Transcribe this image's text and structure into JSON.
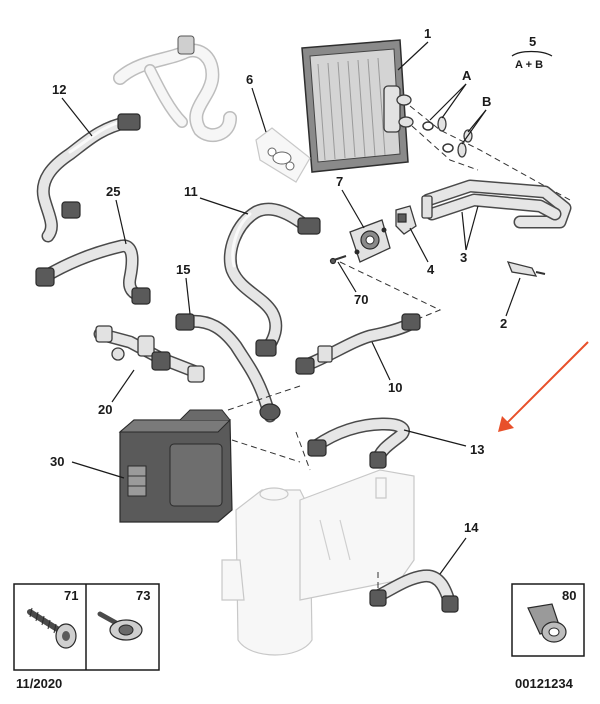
{
  "callouts": {
    "c1": "1",
    "c2": "2",
    "c3": "3",
    "c4": "4",
    "c5": "5",
    "c5_sub": "A + B",
    "cA": "A",
    "cB": "B",
    "c6": "6",
    "c7": "7",
    "c10": "10",
    "c11": "11",
    "c12": "12",
    "c13": "13",
    "c14": "14",
    "c15": "15",
    "c20": "20",
    "c25": "25",
    "c30": "30",
    "c70": "70"
  },
  "inset_boxes": {
    "left_a": "71",
    "left_b": "73",
    "right": "80"
  },
  "footer": {
    "date": "11/2020",
    "reference": "00121234"
  },
  "highlight": {
    "arrow_color": "#e8502a",
    "target": "13"
  }
}
